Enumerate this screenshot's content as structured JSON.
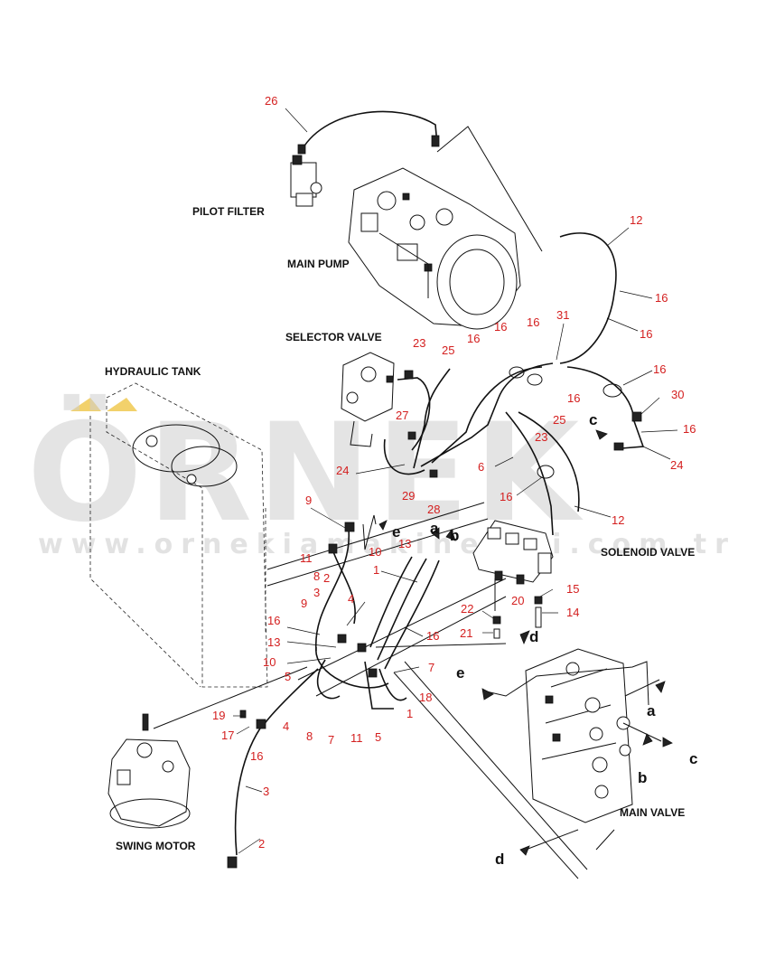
{
  "watermark": {
    "brand": "ÖRNEK",
    "url": "www.ornekiamakineleri.com.tr",
    "accent": "#f2d16b"
  },
  "components": {
    "pilot_filter": "PILOT FILTER",
    "main_pump": "MAIN PUMP",
    "selector_valve": "SELECTOR VALVE",
    "hydraulic_tank": "HYDRAULIC TANK",
    "solenoid_valve": "SOLENOID VALVE",
    "main_valve": "MAIN VALVE",
    "swing_motor": "SWING MOTOR"
  },
  "callouts": [
    "26",
    "12",
    "16",
    "16",
    "31",
    "16",
    "16",
    "16",
    "23",
    "25",
    "16",
    "16",
    "30",
    "25",
    "23",
    "16",
    "27",
    "24",
    "29",
    "28",
    "6",
    "16",
    "24",
    "12",
    "9",
    "13",
    "11",
    "10",
    "8",
    "2",
    "1",
    "3",
    "4",
    "9",
    "16",
    "13",
    "10",
    "5",
    "22",
    "21",
    "20",
    "15",
    "14",
    "7",
    "16",
    "1",
    "18",
    "19",
    "17",
    "16",
    "4",
    "8",
    "7",
    "11",
    "5",
    "3",
    "2"
  ],
  "port_letters": [
    "e",
    "a",
    "b",
    "c",
    "d",
    "e",
    "a",
    "c",
    "b",
    "d"
  ],
  "colors": {
    "callout": "#d42020",
    "line": "#111111"
  }
}
